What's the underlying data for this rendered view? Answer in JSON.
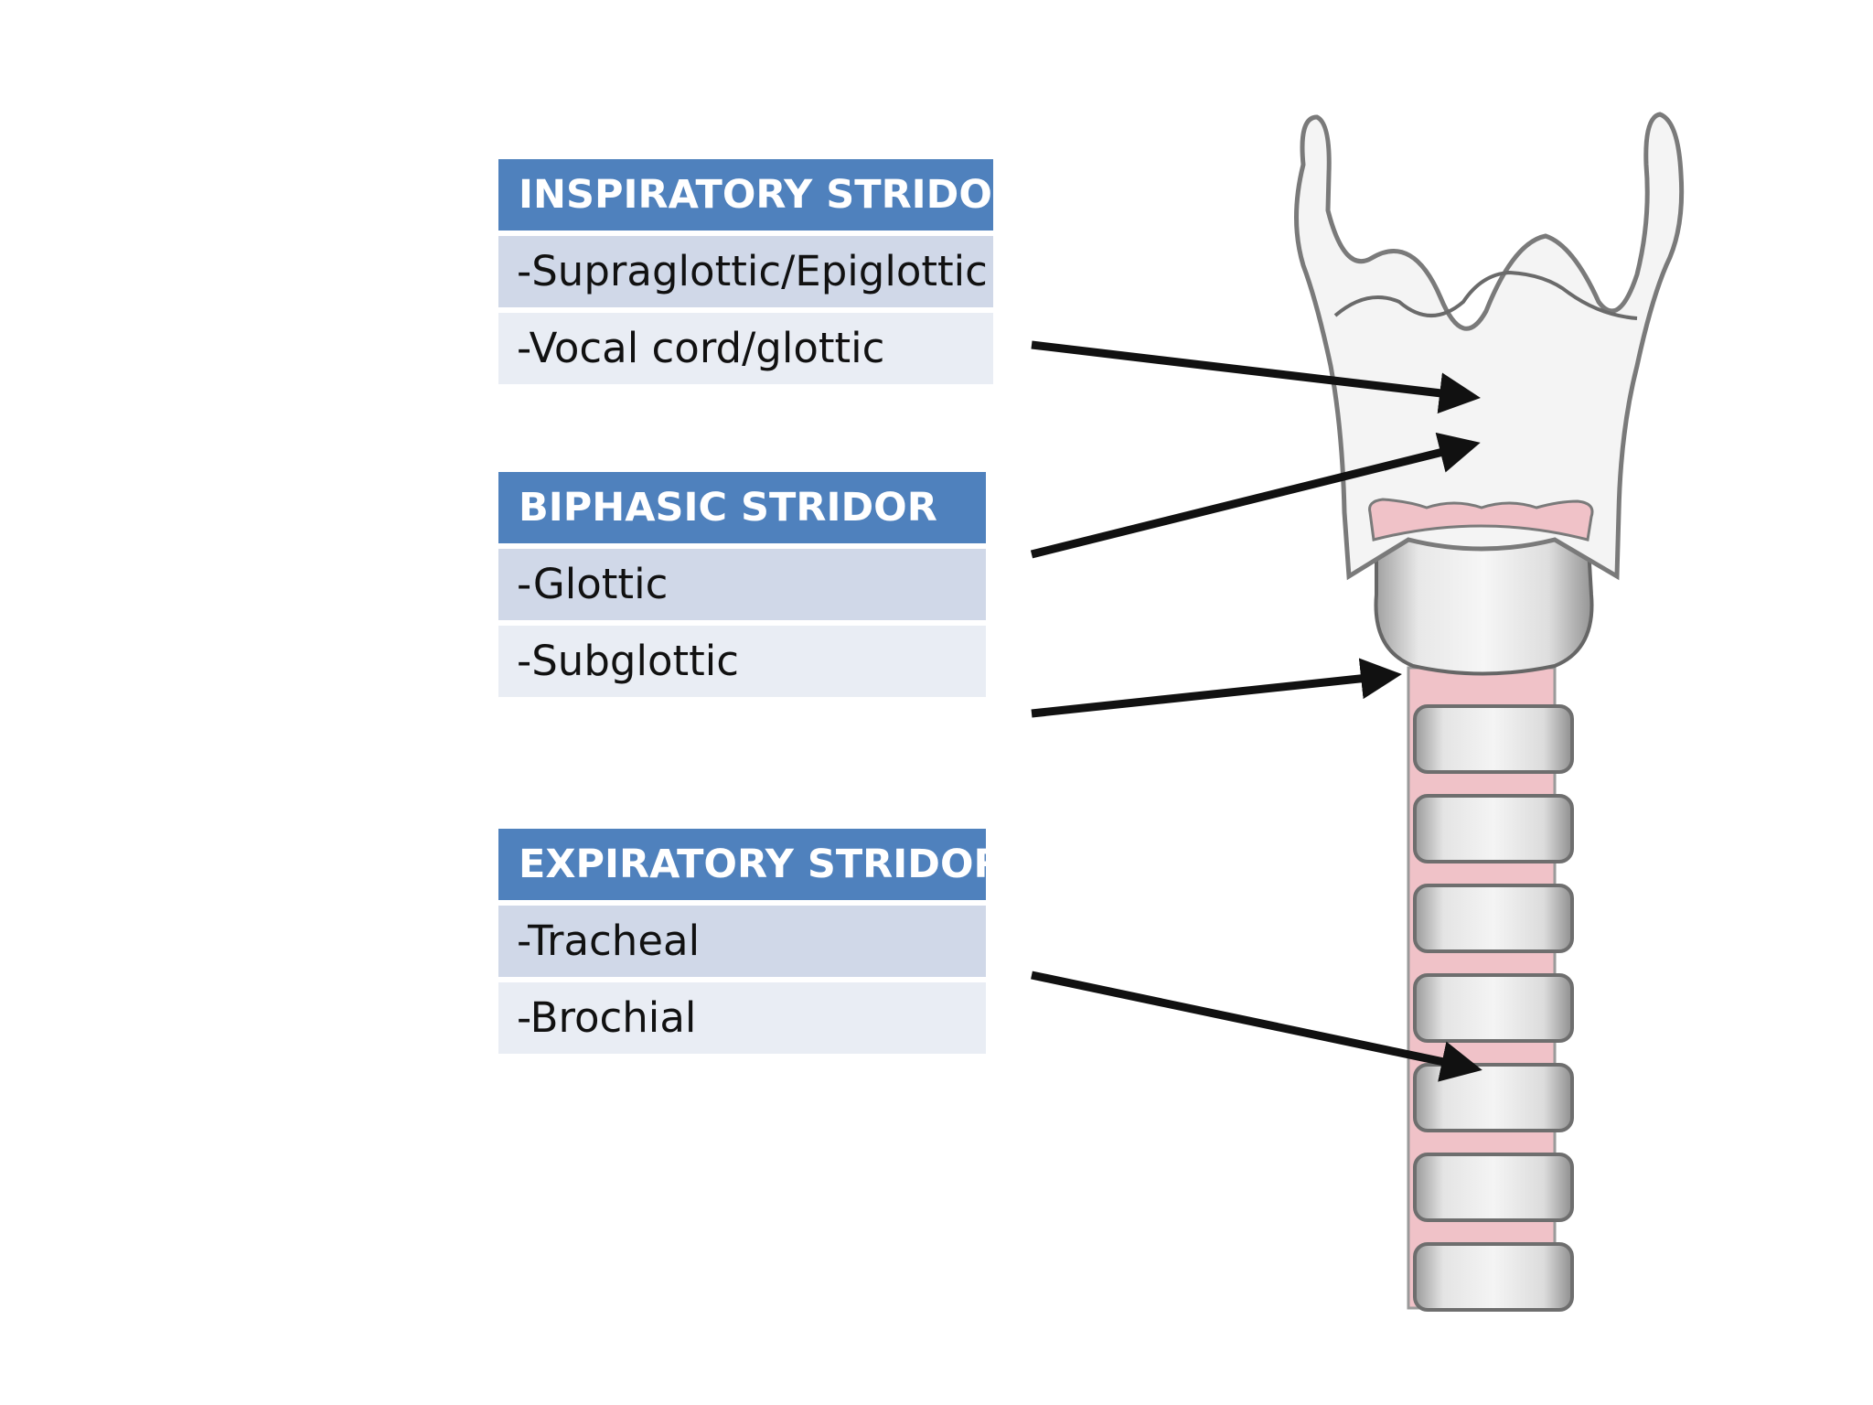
{
  "groups": [
    {
      "header": "INSPIRATORY STRIDOR",
      "items": [
        "-Supraglottic/Epiglottic",
        "-Vocal cord/glottic"
      ]
    },
    {
      "header": "BIPHASIC STRIDOR",
      "items": [
        "-Glottic",
        "-Subglottic"
      ]
    },
    {
      "header": "EXPIRATORY STRIDOR",
      "items": [
        "-Tracheal",
        "-Brochial"
      ]
    }
  ],
  "colors": {
    "header_bg": "#4f81bd",
    "row_odd": "#d0d8e8",
    "row_even": "#e9edf4",
    "arrow": "#111111",
    "cartilage": "#e6e6e6",
    "mucosa_pink": "#f0c2c8"
  }
}
